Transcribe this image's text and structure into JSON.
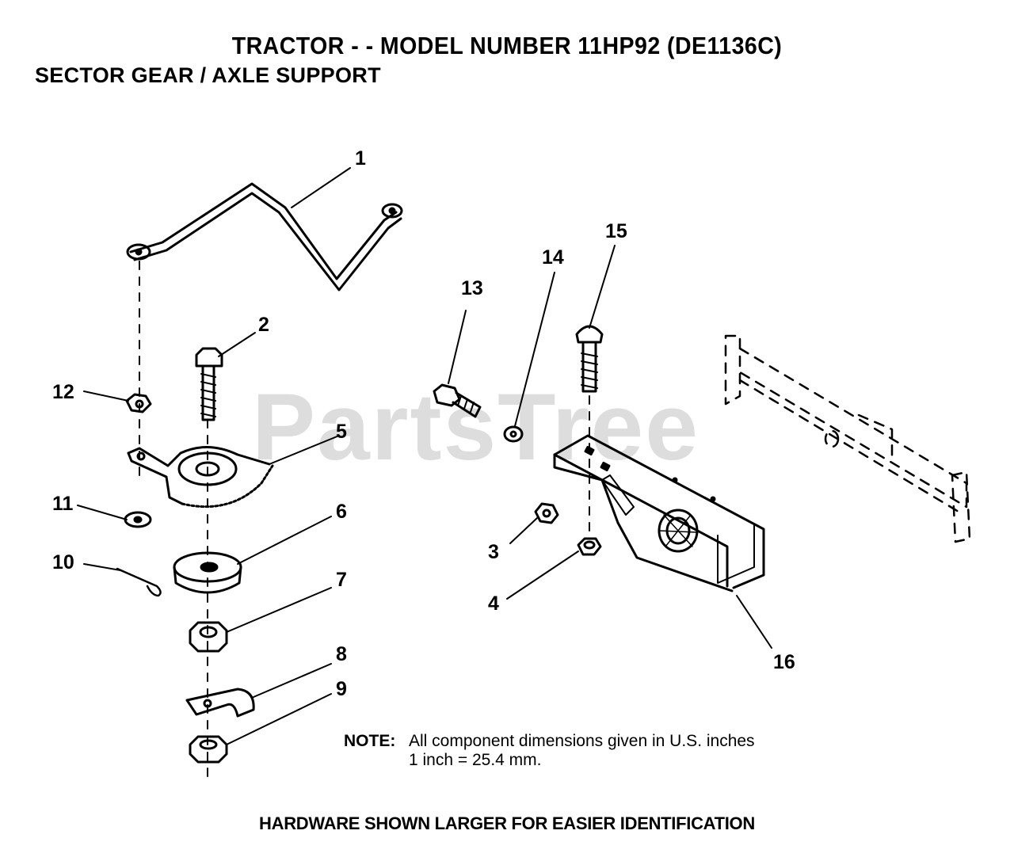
{
  "header": {
    "title": "TRACTOR - - MODEL NUMBER 11HP92 (DE1136C)",
    "subtitle": "SECTOR GEAR / AXLE SUPPORT"
  },
  "watermark": "PartsTree",
  "callouts": {
    "c1": "1",
    "c2": "2",
    "c3": "3",
    "c4": "4",
    "c5": "5",
    "c6": "6",
    "c7": "7",
    "c8": "8",
    "c9": "9",
    "c10": "10",
    "c11": "11",
    "c12": "12",
    "c13": "13",
    "c14": "14",
    "c15": "15",
    "c16": "16"
  },
  "note": {
    "label": "NOTE:",
    "line1": "All component dimensions given in U.S. inches",
    "line2": "1 inch = 25.4 mm."
  },
  "footer": "HARDWARE SHOWN LARGER FOR EASIER IDENTIFICATION",
  "colors": {
    "ink": "#000000",
    "watermark": "#d8d8d8"
  }
}
